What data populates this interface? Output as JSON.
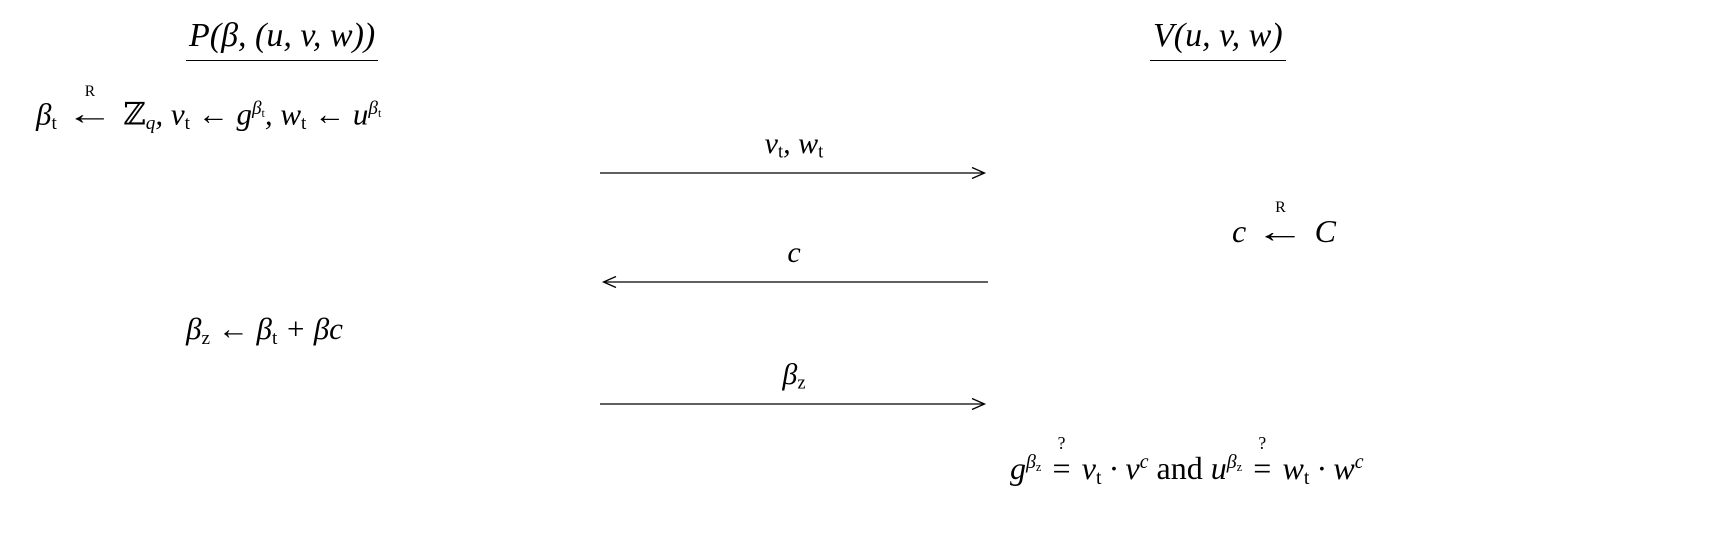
{
  "colors": {
    "ink": "#000000",
    "background": "#ffffff"
  },
  "prover": {
    "title": "P(β, (u, v, w))",
    "commit_computation": "β_{\\r{t}} \\larrR \\r{ℤ}_{q},  v_{\\r{t}} ← g^{β_{\\r{t}}},  w_{\\r{t}} ← u^{β_{\\r{t}}}",
    "response_computation": "β_{\\r{z}} ← β_{\\r{t}} + βc"
  },
  "verifier": {
    "title": "V(u, v, w)",
    "challenge_sampling": "c \\larrR \\cal{C}",
    "verification_check": "g^{β_{\\r{z}}} \\qeq v_{\\r{t}} · v^{c} \\r{ and } u^{β_{\\r{z}}} \\qeq w_{\\r{t}} · w^{c}"
  },
  "messages": [
    {
      "label": "v_{\\r{t}}, w_{\\r{t}}",
      "direction": "right"
    },
    {
      "label": "c",
      "direction": "left"
    },
    {
      "label": "β_{\\r{z}}",
      "direction": "right"
    }
  ]
}
